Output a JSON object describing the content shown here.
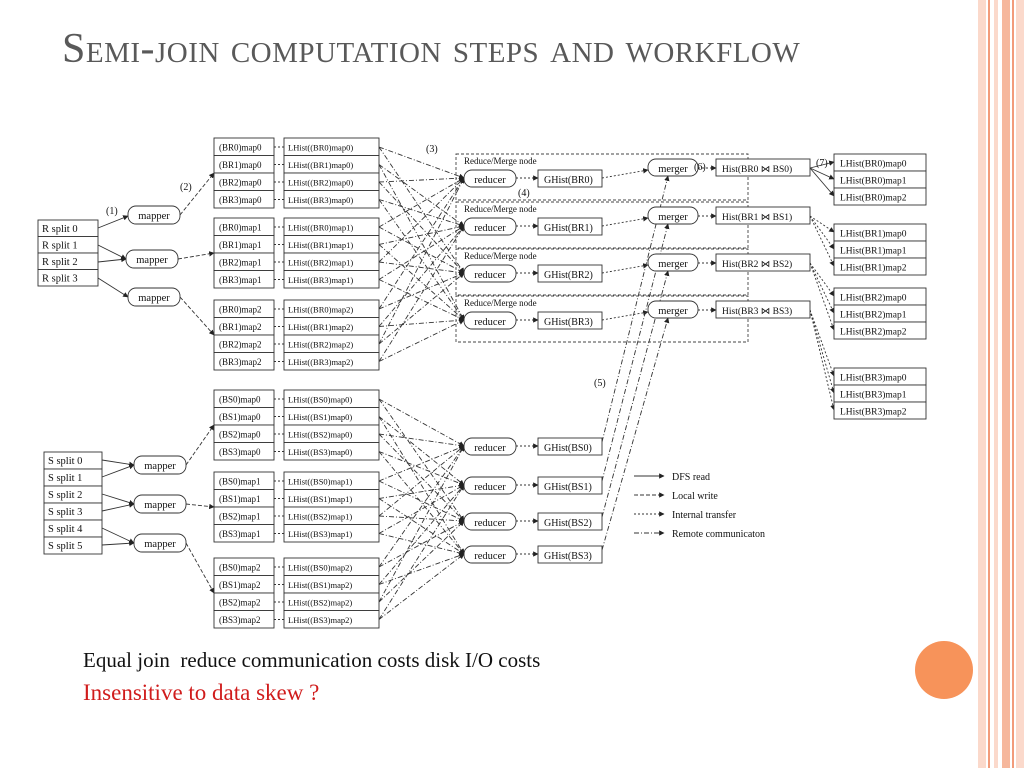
{
  "slide": {
    "title": "Semi-join computation steps and workflow",
    "caption_line1": "Equal join  reduce communication costs disk I/O costs",
    "caption_line2": "Insensitive to data skew ?"
  },
  "diagram": {
    "r_splits": [
      "R split 0",
      "R split 1",
      "R split 2",
      "R split 3"
    ],
    "s_splits": [
      "S split 0",
      "S split 1",
      "S split 2",
      "S split 3",
      "S split 4",
      "S split 5"
    ],
    "mapper_label": "mapper",
    "reducer_label": "reducer",
    "merger_label": "merger",
    "rm_node_label": "Reduce/Merge node",
    "step_labels": [
      "(1)",
      "(2)",
      "(3)",
      "(4)",
      "(5)",
      "(6)",
      "(7)"
    ],
    "r_part_groups": [
      {
        "parts": [
          "(BR0)map0",
          "(BR1)map0",
          "(BR2)map0",
          "(BR3)map0"
        ],
        "lhist": [
          "LHist((BR0)map0)",
          "LHist((BR1)map0)",
          "LHist((BR2)map0)",
          "LHist((BR3)map0)"
        ]
      },
      {
        "parts": [
          "(BR0)map1",
          "(BR1)map1",
          "(BR2)map1",
          "(BR3)map1"
        ],
        "lhist": [
          "LHist((BR0)map1)",
          "LHist((BR1)map1)",
          "LHist((BR2)map1)",
          "LHist((BR3)map1)"
        ]
      },
      {
        "parts": [
          "(BR0)map2",
          "(BR1)map2",
          "(BR2)map2",
          "(BR3)map2"
        ],
        "lhist": [
          "LHist((BR0)map2)",
          "LHist((BR1)map2)",
          "LHist((BR2)map2)",
          "LHist((BR3)map2)"
        ]
      }
    ],
    "s_part_groups": [
      {
        "parts": [
          "(BS0)map0",
          "(BS1)map0",
          "(BS2)map0",
          "(BS3)map0"
        ],
        "lhist": [
          "LHist((BS0)map0)",
          "LHist((BS1)map0)",
          "LHist((BS2)map0)",
          "LHist((BS3)map0)"
        ]
      },
      {
        "parts": [
          "(BS0)map1",
          "(BS1)map1",
          "(BS2)map1",
          "(BS3)map1"
        ],
        "lhist": [
          "LHist((BS0)map1)",
          "LHist((BS1)map1)",
          "LHist((BS2)map1)",
          "LHist((BS3)map1)"
        ]
      },
      {
        "parts": [
          "(BS0)map2",
          "(BS1)map2",
          "(BS2)map2",
          "(BS3)map2"
        ],
        "lhist": [
          "LHist((BS0)map2)",
          "LHist((BS1)map2)",
          "LHist((BS2)map2)",
          "LHist((BS3)map2)"
        ]
      }
    ],
    "r_ghist": [
      "GHist(BR0)",
      "GHist(BR1)",
      "GHist(BR2)",
      "GHist(BR3)"
    ],
    "s_ghist": [
      "GHist(BS0)",
      "GHist(BS1)",
      "GHist(BS2)",
      "GHist(BS3)"
    ],
    "hist_join": [
      "Hist(BR0 ⋈ BS0)",
      "Hist(BR1 ⋈ BS1)",
      "Hist(BR2 ⋈ BS2)",
      "Hist(BR3 ⋈ BS3)"
    ],
    "out_groups": [
      [
        "LHist(BR0)map0",
        "LHist(BR0)map1",
        "LHist(BR0)map2"
      ],
      [
        "LHist(BR1)map0",
        "LHist(BR1)map1",
        "LHist(BR1)map2"
      ],
      [
        "LHist(BR2)map0",
        "LHist(BR2)map1",
        "LHist(BR2)map2"
      ],
      [
        "LHist(BR3)map0",
        "LHist(BR3)map1",
        "LHist(BR3)map2"
      ]
    ],
    "legend": [
      {
        "label": "DFS read",
        "style": "solid"
      },
      {
        "label": "Local write",
        "style": "dashed"
      },
      {
        "label": "Internal transfer",
        "style": "dotted"
      },
      {
        "label": "Remote communicaton",
        "style": "dashdot"
      }
    ]
  },
  "colors": {
    "title": "#595959",
    "caption_red": "#d01c1c",
    "accent_circle": "#f7935a",
    "stripe_dark": "#f29b7a",
    "stripe_light": "#fbd9cb"
  }
}
